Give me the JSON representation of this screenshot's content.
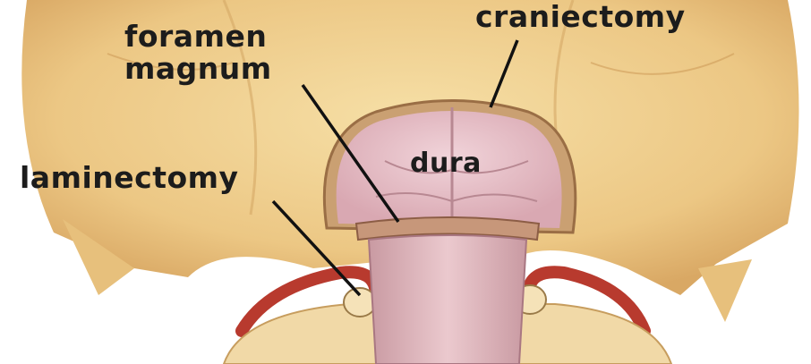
{
  "labels": {
    "craniectomy": "craniectomy",
    "foramen_magnum": "foramen magnum",
    "foramen_line1": "foramen",
    "foramen_line2": "magnum",
    "laminectomy": "laminectomy",
    "dura": "dura"
  },
  "colors": {
    "skull": "#efcf8e",
    "skull_shadow": "#d9b06a",
    "dura": "#e8c2c8",
    "dura_vein": "#b07a86",
    "artery": "#b83a2e",
    "bone": "#f2dcab",
    "leader_line": "#111111"
  }
}
